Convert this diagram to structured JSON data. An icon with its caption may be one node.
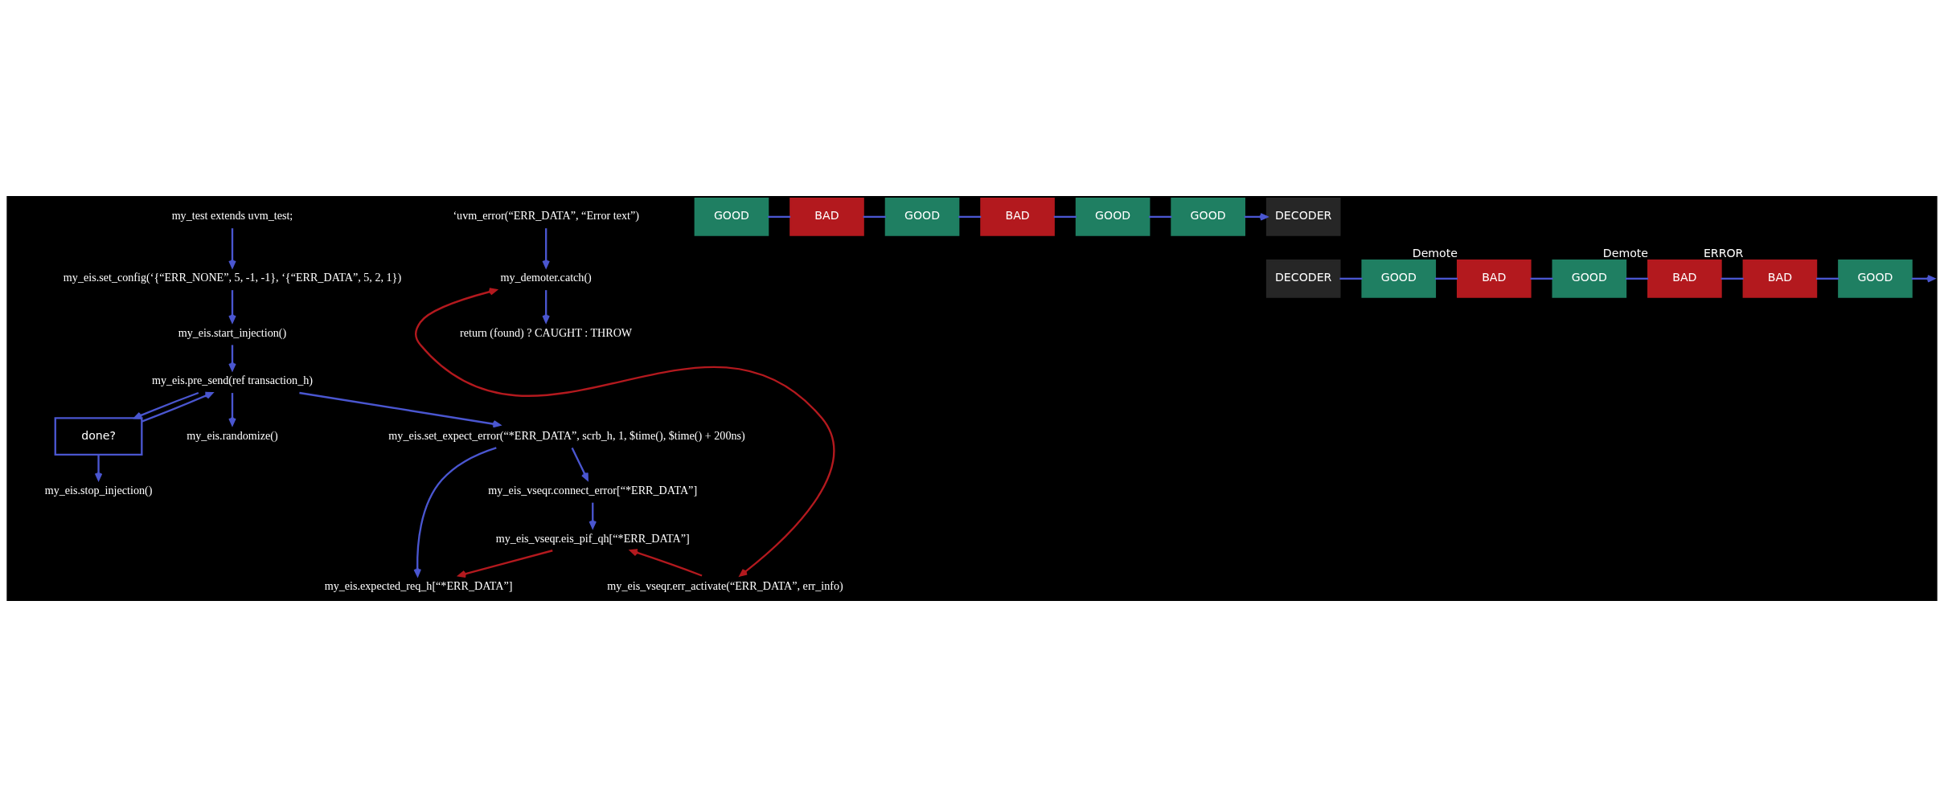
{
  "diagram": {
    "nodes": [
      {
        "text": [
          "my_test extends uvm_test;"
        ]
      },
      {
        "text": [
          "my_eis.set_config(‘{“ERR_NONE”, 5, -1, -1}, ‘{“ERR_DATA”, 5, 2, 1})"
        ]
      },
      {
        "text": [
          "my_eis.start_injection()"
        ]
      },
      {
        "text": [
          "my_eis.pre_send(ref transaction_h)"
        ]
      },
      {
        "text": [
          "done?"
        ]
      },
      {
        "text": [
          "my_eis.stop_injection()"
        ]
      },
      {
        "text": [
          "my_eis.randomize()"
        ]
      },
      {
        "text": [
          "my_eis.set_expect_error(“*ERR_DATA”, scrb_h, 1, $time(), $time() + 200ns)"
        ]
      },
      {
        "text": [
          "my_eis.expected_req_h[“*ERR_DATA”]"
        ]
      },
      {
        "text": [
          "my_eis_vseqr.connect_error[“*ERR_DATA”]"
        ]
      },
      {
        "text": [
          "my_eis_vseqr.eis_pif_qh[“*ERR_DATA”]"
        ]
      },
      {
        "text": [
          "my_eis_vseqr.err_activate(“ERR_DATA”, err_info)"
        ]
      },
      {
        "text": [
          "‘uvm_error(“ERR_DATA”, “Error text”)"
        ]
      },
      {
        "text": [
          "my_demoter.catch()"
        ]
      },
      {
        "text": [
          "return (found) ? CAUGHT : THROW"
        ]
      },
      {
        "text": [
          "GOOD"
        ]
      },
      {
        "text": [
          "BAD"
        ]
      },
      {
        "text": [
          "GOOD"
        ]
      },
      {
        "text": [
          "BAD"
        ]
      },
      {
        "text": [
          "GOOD"
        ]
      },
      {
        "text": [
          "GOOD"
        ]
      },
      {
        "text": [
          "DECODER"
        ]
      },
      {
        "text": [
          "DECODER"
        ]
      },
      {
        "text": [
          "GOOD"
        ]
      },
      {
        "text": [
          "BAD"
        ],
        "beside": [
          "Demote"
        ]
      },
      {
        "text": [
          "GOOD"
        ]
      },
      {
        "text": [
          "BAD"
        ],
        "beside": [
          "Demote"
        ]
      },
      {
        "text": [
          "BAD"
        ],
        "beside": [
          "ERROR"
        ]
      },
      {
        "text": [
          "GOOD"
        ]
      }
    ],
    "edges": [
      {
        "from": 0,
        "to": 1,
        "arrow": "to"
      },
      {
        "from": 1,
        "to": 2,
        "arrow": "to"
      },
      {
        "from": 2,
        "to": 3,
        "arrow": "to"
      },
      {
        "from": 3,
        "to": 4,
        "arrow": "to"
      },
      {
        "from": 4,
        "to": 3,
        "arrow": "to"
      },
      {
        "from": 4,
        "to": 5,
        "arrow": "to"
      },
      {
        "from": 3,
        "to": 6,
        "arrow": "to"
      },
      {
        "from": 3,
        "to": 7,
        "arrow": "to"
      },
      {
        "from": 7,
        "to": 8,
        "arrow": "to"
      },
      {
        "from": 7,
        "to": 9,
        "arrow": "to"
      },
      {
        "from": 9,
        "to": 10,
        "arrow": "to"
      },
      {
        "from": 10,
        "to": 8,
        "arrow": "to",
        "color": "#b3191e"
      },
      {
        "from": 11,
        "to": 10,
        "arrow": "to",
        "color": "#b3191e"
      },
      {
        "from": 11,
        "to": 13,
        "arrow": "both",
        "color": "#b3191e"
      },
      {
        "from": 12,
        "to": 13,
        "arrow": "to"
      },
      {
        "from": 13,
        "to": 14,
        "arrow": "to"
      },
      {
        "from": 15,
        "to": 16,
        "arrow": "none"
      },
      {
        "from": 16,
        "to": 17,
        "arrow": "none"
      },
      {
        "from": 17,
        "to": 18,
        "arrow": "none"
      },
      {
        "from": 18,
        "to": 19,
        "arrow": "none"
      },
      {
        "from": 19,
        "to": 20,
        "arrow": "none"
      },
      {
        "from": 20,
        "to": 21,
        "arrow": "to"
      },
      {
        "from": 22,
        "to": 23,
        "arrow": "none"
      },
      {
        "from": 23,
        "to": 24,
        "arrow": "none"
      },
      {
        "from": 24,
        "to": 25,
        "arrow": "none"
      },
      {
        "from": 25,
        "to": 26,
        "arrow": "none"
      },
      {
        "from": 26,
        "to": 27,
        "arrow": "none"
      },
      {
        "from": 27,
        "to": 28,
        "arrow": "none"
      },
      {
        "from": 28,
        "to": null,
        "arrow": "to"
      }
    ]
  }
}
